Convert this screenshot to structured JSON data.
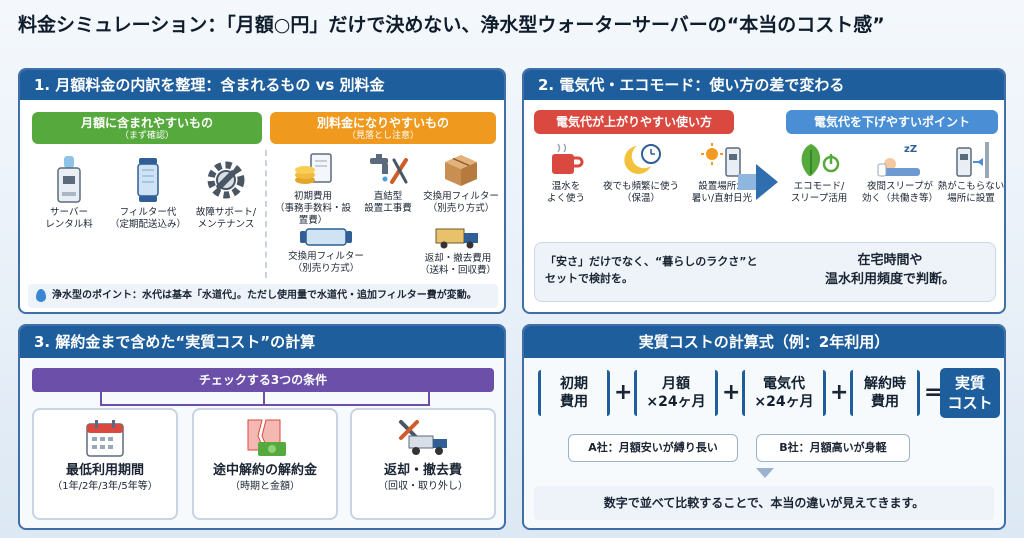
{
  "title": "料金シミュレーション：「月額○円」だけで決めない、浄水型ウォーターサーバーの“本当のコスト感”",
  "section1": {
    "heading": "1. 月額料金の内訳を整理：含まれるもの vs 別料金",
    "included": {
      "label": "月額に含まれやすいもの",
      "note": "（まず確認）"
    },
    "included_items": [
      "サーバー\nレンタル料",
      "フィルター代\n（定期配送込み）",
      "故障サポート/\nメンテナンス"
    ],
    "extra": {
      "label": "別料金になりやすいもの",
      "note": "（見落とし注意）"
    },
    "extra_items": [
      "初期費用\n（事務手数料・設置費）",
      "直結型\n設置工事費",
      "交換用フィルター\n（別売り方式）",
      "交換用フィルター\n（別売り方式）",
      "返却・撤去費用\n（送料・回収費）"
    ],
    "note": "浄水型のポイント：水代は基本「水道代」。ただし使用量で水道代・追加フィルター費が変動。"
  },
  "section2": {
    "heading": "2. 電気代・エコモード：使い方の差で変わる",
    "up": {
      "label": "電気代が上がりやすい使い方"
    },
    "up_items": [
      "温水を\nよく使う",
      "夜でも頻繁に使う\n（保温）",
      "設置場所が\n暑い/直射日光"
    ],
    "down": {
      "label": "電気代を下げやすいポイント"
    },
    "down_items": [
      "エコモード/\nスリープ活用",
      "夜間スリープが\n効く（共働き等）",
      "熱がこもらない\n場所に設置"
    ],
    "callout_left": "「安さ」だけでなく、“暮らしのラクさ”と\nセットで検討を。",
    "callout_right": "在宅時間や\n温水利用頻度で判断。"
  },
  "section3": {
    "heading": "3. 解約金まで含めた“実質コスト”の計算",
    "conditions_label": "チェックする3つの条件",
    "conditions": [
      {
        "title": "最低利用期間",
        "sub": "（1年/2年/3年/5年等）"
      },
      {
        "title": "途中解約の解約金",
        "sub": "（時期と金額）"
      },
      {
        "title": "返却・撤去費",
        "sub": "（回収・取り外し）"
      }
    ]
  },
  "section4": {
    "heading": "実質コストの計算式（例：2年利用）",
    "terms": [
      "初期\n費用",
      "月額\n×24ヶ月",
      "電気代\n×24ヶ月",
      "解約時\n費用"
    ],
    "plus": "+",
    "equals": "=",
    "result": "実質\nコスト",
    "company_a": "A社：月額安いが縛り長い",
    "company_b": "B社：月額高いが身軽",
    "footer": "数字で並べて比較することで、本当の違いが見えてきます。"
  },
  "colors": {
    "navy": "#1f5e9c",
    "green": "#56a93c",
    "orange": "#ef9a1f",
    "red": "#d9493f",
    "blue": "#4a8fd6",
    "purple": "#6b4fa8"
  }
}
